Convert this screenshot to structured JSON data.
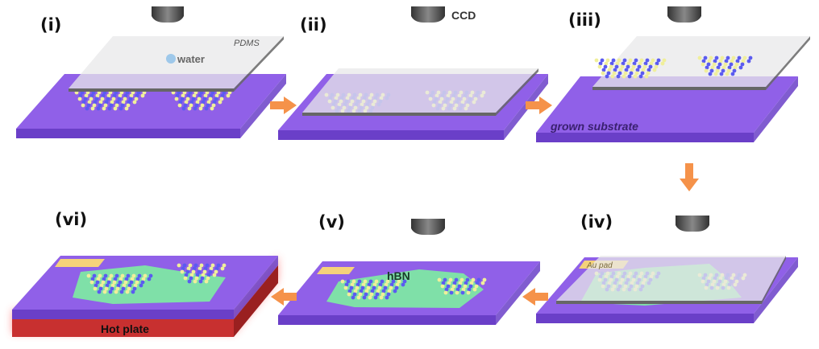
{
  "steps": {
    "i": "(i)",
    "ii": "(ii)",
    "iii": "(iii)",
    "iv": "(iv)",
    "v": "(v)",
    "vi": "(vi)"
  },
  "labels": {
    "pdms": "PDMS",
    "water": "water",
    "ccd": "CCD",
    "grown_substrate": "grown substrate",
    "au_pad": "Au pad",
    "hbn": "hBN",
    "hot_plate": "Hot plate"
  },
  "colors": {
    "substrate": "#9060e8",
    "substrate_side": "#6a3fc8",
    "pdms": "#e8e8ea",
    "hbn": "#7fe0a8",
    "au": "#f5d27a",
    "arrow": "#f5924a",
    "hotplate": "#c83030",
    "atom_a": "#f0ef9a",
    "atom_b": "#5b5bf0"
  }
}
